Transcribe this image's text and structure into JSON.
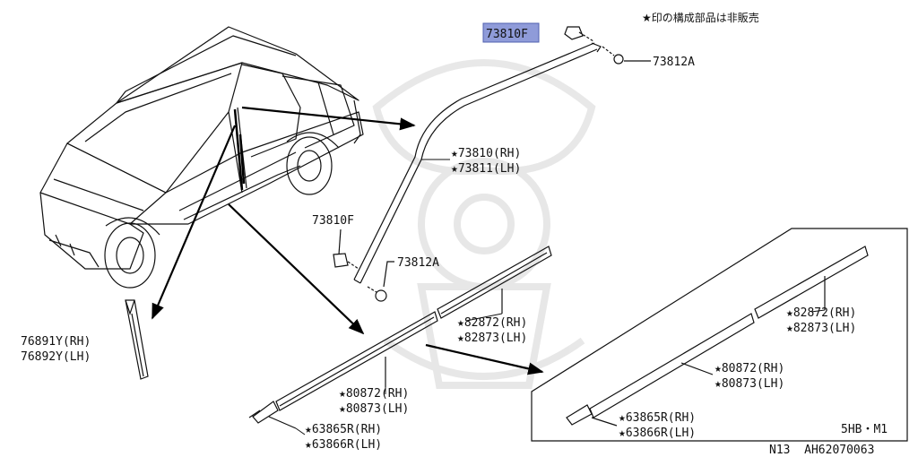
{
  "note": "★印の構成部品は非販売",
  "highlight_color": "#8f9bd9",
  "callouts": {
    "top_clip": "73810F",
    "top_screw": "73812A",
    "sash_rh": "★73810(RH)",
    "sash_lh": "★73811(LH)",
    "clip_mid": "73810F",
    "screw_mid": "73812A",
    "pillar_rh": "76891Y(RH)",
    "pillar_lh": "76892Y(LH)",
    "rear_mold_rh": "★82872(RH)",
    "rear_mold_lh": "★82873(LH)",
    "front_mold_rh": "★80872(RH)",
    "front_mold_lh": "★80873(LH)",
    "end_mold_rh": "★63865R(RH)",
    "end_mold_lh": "★63866R(LH)",
    "inset_rear_rh": "★82872(RH)",
    "inset_rear_lh": "★82873(LH)",
    "inset_front_rh": "★80872(RH)",
    "inset_front_lh": "★80873(LH)",
    "inset_end_rh": "★63865R(RH)",
    "inset_end_lh": "★63866R(LH)"
  },
  "inset_tag": "5HB・M1",
  "footer_code": "N13  AH62070063"
}
